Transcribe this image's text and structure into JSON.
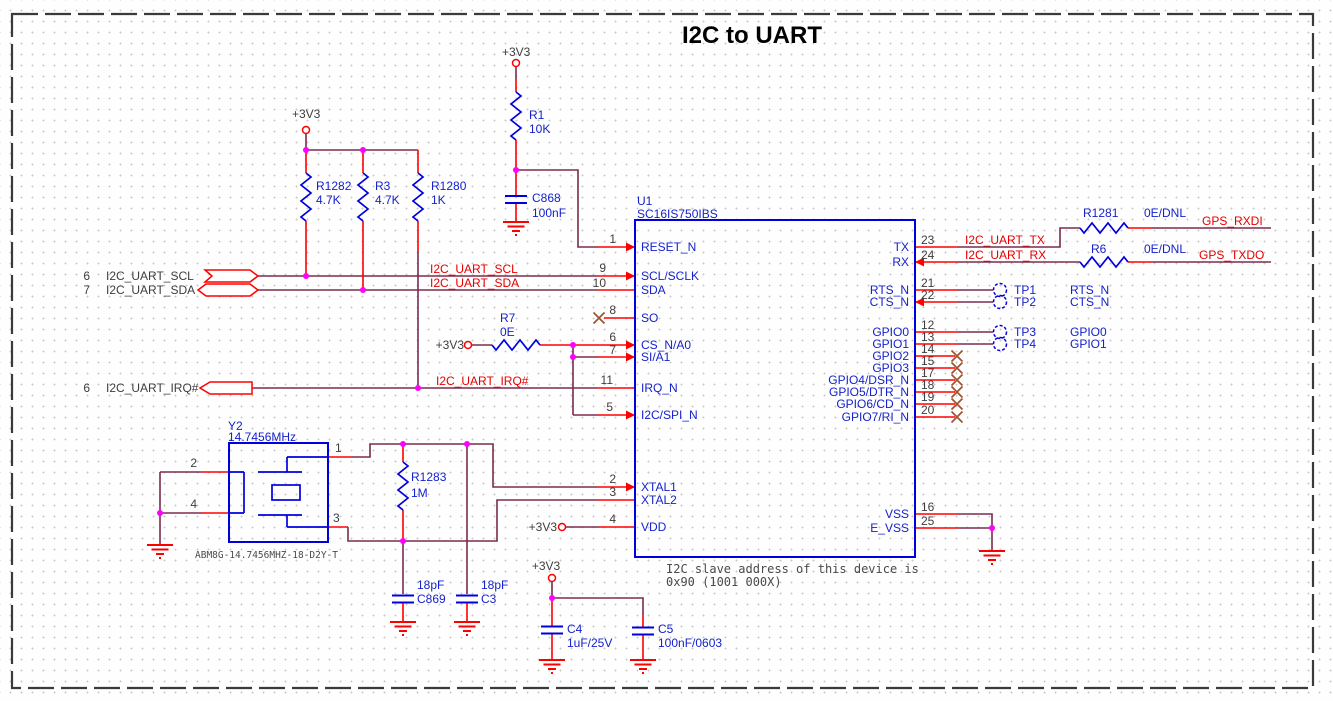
{
  "title": "I2C to UART",
  "power_net": "+3V3",
  "colors": {
    "wire": "#7a2b4e",
    "pin_stub": "#ff0000",
    "component_blue": "#0000dd",
    "blue_text": "#1522cc",
    "net_label_red": "#e60000",
    "junction_magenta": "#ff00ff",
    "no_connect_brown": "#a0522d",
    "gray_text": "#3e3e3e",
    "title_black": "#000000"
  },
  "ports": {
    "scl": {
      "sheet": "6",
      "label": "I2C_UART_SCL"
    },
    "sda": {
      "sheet": "7",
      "label": "I2C_UART_SDA"
    },
    "irq": {
      "sheet": "6",
      "label": "I2C_UART_IRQ#"
    }
  },
  "net_labels": {
    "scl": "I2C_UART_SCL",
    "sda": "I2C_UART_SDA",
    "irq": "I2C_UART_IRQ#",
    "tx": "I2C_UART_TX",
    "rx": "I2C_UART_RX",
    "gps_rxdi": "GPS_RXDI",
    "gps_txdo": "GPS_TXDO"
  },
  "components": {
    "r1": {
      "ref": "R1",
      "value": "10K"
    },
    "r1282": {
      "ref": "R1282",
      "value": "4.7K"
    },
    "r3": {
      "ref": "R3",
      "value": "4.7K"
    },
    "r1280": {
      "ref": "R1280",
      "value": "1K"
    },
    "r7": {
      "ref": "R7",
      "value": "0E"
    },
    "r1281": {
      "ref": "R1281",
      "value": "0E/DNL"
    },
    "r6": {
      "ref": "R6",
      "value": "0E/DNL"
    },
    "r1283": {
      "ref": "R1283",
      "value": "1M"
    },
    "c868": {
      "ref": "C868",
      "value": "100nF"
    },
    "c869": {
      "ref": "C869",
      "value": "18pF"
    },
    "c3": {
      "ref": "C3",
      "value": "18pF"
    },
    "c4": {
      "ref": "C4",
      "value": "1uF/25V"
    },
    "c5": {
      "ref": "C5",
      "value": "100nF/0603"
    },
    "y2": {
      "ref": "Y2",
      "value": "14.7456MHz",
      "part": "ABM8G-14.7456MHZ-18-D2Y-T",
      "pins": {
        "p1": "1",
        "p2": "2",
        "p3": "3",
        "p4": "4"
      }
    }
  },
  "chip": {
    "ref": "U1",
    "part": "SC16IS750IBS",
    "left_pins": [
      {
        "num": "1",
        "name": "RESET_N"
      },
      {
        "num": "9",
        "name": "SCL/SCLK"
      },
      {
        "num": "10",
        "name": "SDA"
      },
      {
        "num": "8",
        "name": "SO"
      },
      {
        "num": "6",
        "name": "CS_N/A0"
      },
      {
        "num": "7",
        "name": "SI/A1"
      },
      {
        "num": "11",
        "name": "IRQ_N"
      },
      {
        "num": "5",
        "name": "I2C/SPI_N"
      },
      {
        "num": "2",
        "name": "XTAL1"
      },
      {
        "num": "3",
        "name": "XTAL2"
      },
      {
        "num": "4",
        "name": "VDD"
      }
    ],
    "right_pins": [
      {
        "num": "23",
        "name": "TX"
      },
      {
        "num": "24",
        "name": "RX"
      },
      {
        "num": "21",
        "name": "RTS_N"
      },
      {
        "num": "22",
        "name": "CTS_N"
      },
      {
        "num": "12",
        "name": "GPIO0"
      },
      {
        "num": "13",
        "name": "GPIO1"
      },
      {
        "num": "14",
        "name": "GPIO2"
      },
      {
        "num": "15",
        "name": "GPIO3"
      },
      {
        "num": "17",
        "name": "GPIO4/DSR_N"
      },
      {
        "num": "18",
        "name": "GPIO5/DTR_N"
      },
      {
        "num": "19",
        "name": "GPIO6/CD_N"
      },
      {
        "num": "20",
        "name": "GPIO7/RI_N"
      },
      {
        "num": "16",
        "name": "VSS"
      },
      {
        "num": "25",
        "name": "E_VSS"
      }
    ],
    "note_line1": "I2C slave address of this device is",
    "note_line2": "0x90 (1001 000X)"
  },
  "testpoints": [
    {
      "ref": "TP1",
      "net": "RTS_N"
    },
    {
      "ref": "TP2",
      "net": "CTS_N"
    },
    {
      "ref": "TP3",
      "net": "GPIO0"
    },
    {
      "ref": "TP4",
      "net": "GPIO1"
    }
  ]
}
